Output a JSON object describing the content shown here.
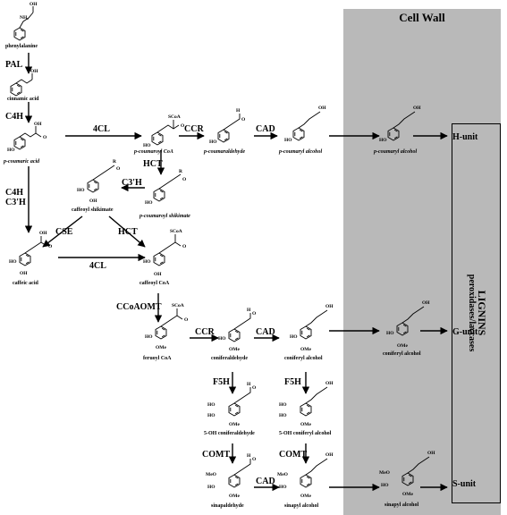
{
  "cell_wall": {
    "title": "Cell Wall",
    "fill": "#b9b9b9"
  },
  "lignins": {
    "title": "LIGNINS",
    "subtitle": "peroxidases/laccases"
  },
  "units": {
    "h": "H-unit",
    "g": "G-unit",
    "s": "S-unit"
  },
  "compounds": {
    "phenylalanine": "phenylalanine",
    "cinnamic": "cinnamic acid",
    "pcoumaric": "p-coumaric acid",
    "caffeic": "caffeic acid",
    "pcoumaroyl_coa": "p-coumaroyl CoA",
    "pcoumaraldehyde": "p-coumaraldehyde",
    "pcoumaryl_alcohol": "p-coumaryl alcohol",
    "pcoumaryl_alcohol_wall": "p-coumaryl alcohol",
    "pcoumaroyl_shikimate": "p-coumaroyl shikimate",
    "caffeoyl_shikimate": "caffeoyl shikimate",
    "caffeoyl_coa": "caffeoyl CoA",
    "feruoyl_coa": "feruoyl CoA",
    "coniferaldehyde": "coniferaldehyde",
    "coniferyl_alcohol": "coniferyl alcohol",
    "coniferyl_alcohol_wall": "coniferyl alcohol",
    "oh_coniferaldehyde": "5-OH coniferaldehyde",
    "oh_coniferyl_alcohol": "5-OH coniferyl alcohol",
    "sinapaldehyde": "sinapaldehyde",
    "sinapyl_alcohol": "sinapyl alcohol",
    "sinapyl_alcohol_wall": "sinapyl alcohol"
  },
  "enzymes": {
    "pal": "PAL",
    "c4h": "C4H",
    "c4h_b": "C4H",
    "c3h_b": "C3'H",
    "fourcl_top": "4CL",
    "fourcl_mid": "4CL",
    "ccr_top": "CCR",
    "cad_top": "CAD",
    "hct_top": "HCT",
    "c3h": "C3'H",
    "cse": "CSE",
    "hct_mid": "HCT",
    "ccoaomt": "CCoAOMT",
    "ccr_g": "CCR",
    "cad_g": "CAD",
    "f5h_1": "F5H",
    "f5h_2": "F5H",
    "comt_1": "COMT",
    "comt_2": "COMT",
    "cad_s": "CAD"
  },
  "atoms": {
    "oh": "OH",
    "ho": "HO",
    "o": "O",
    "h": "H",
    "r": "R",
    "scoa": "SCoA",
    "ome": "OMe",
    "meo": "MeO",
    "nh2": "NH₂"
  }
}
